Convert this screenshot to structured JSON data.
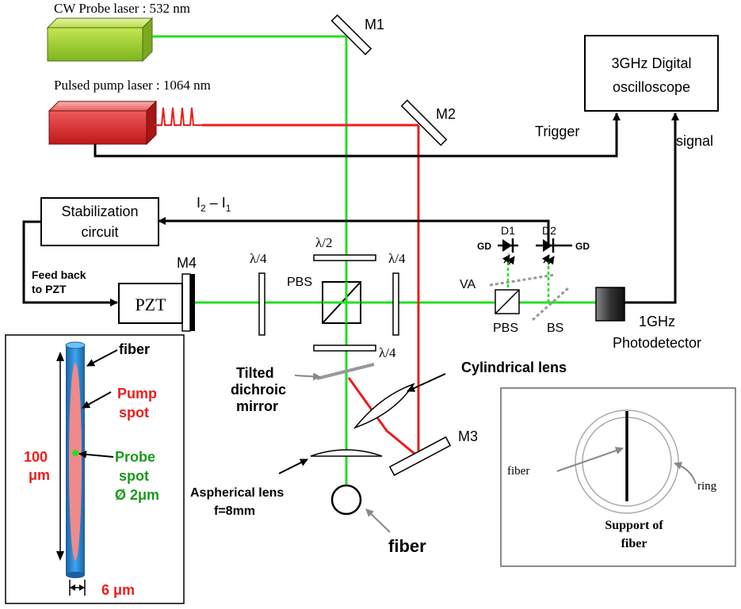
{
  "lasers": {
    "probe_label": "CW Probe laser : 532 nm",
    "pump_label": "Pulsed pump laser : 1064 nm"
  },
  "mirrors": {
    "m1": "M1",
    "m2": "M2",
    "m3": "M3",
    "m4": "M4"
  },
  "oscilloscope": {
    "line1": "3GHz Digital",
    "line2": "oscilloscope"
  },
  "trigger_label": "Trigger",
  "signal_label": "signal",
  "stabilization": {
    "line1": "Stabilization",
    "line2": "circuit",
    "diff_i2": "I",
    "diff_sub2": "2",
    "diff_minus": " – I",
    "diff_sub1": "1"
  },
  "feedback": {
    "line1": "Feed back",
    "line2": "to PZT"
  },
  "pzt_label": "PZT",
  "waveplates": {
    "qw_left": "λ/4",
    "hw_top": "λ/2",
    "qw_right": "λ/4",
    "qw_bottom": "λ/4"
  },
  "pbs_main": "PBS",
  "detectors": {
    "d1": "D1",
    "d2": "D2",
    "gd_left": "GD",
    "gd_right": "GD",
    "va": "VA",
    "pbs": "PBS",
    "bs": "BS"
  },
  "photodetector": {
    "line1": "1GHz",
    "line2": "Photodetector"
  },
  "dichroic": {
    "line1": "Tilted",
    "line2": "dichroic",
    "line3": "mirror"
  },
  "cylindrical_lens": "Cylindrical lens",
  "aspherical_lens": {
    "line1": "Aspherical lens",
    "line2": "f=8mm"
  },
  "fiber_main": "fiber",
  "inset_fiber": {
    "fiber": "fiber",
    "pump1": "Pump",
    "pump2": "spot",
    "probe1": "Probe",
    "probe2": "spot",
    "probe3": "Ø 2μm",
    "length1": "100",
    "length2": "μm",
    "width": "6 μm"
  },
  "support": {
    "fiber": "fiber",
    "ring": "ring",
    "title1": "Support of",
    "title2": "fiber"
  },
  "colors": {
    "green_beam": "#22e022",
    "red_beam": "#ee1c1c",
    "probe_laser": "#9ccc2a",
    "pump_laser": "#d92a2a",
    "fiber_blue": "#2a8fd8",
    "pump_spot": "#f08a8a",
    "dashed_gray": "#999999"
  }
}
